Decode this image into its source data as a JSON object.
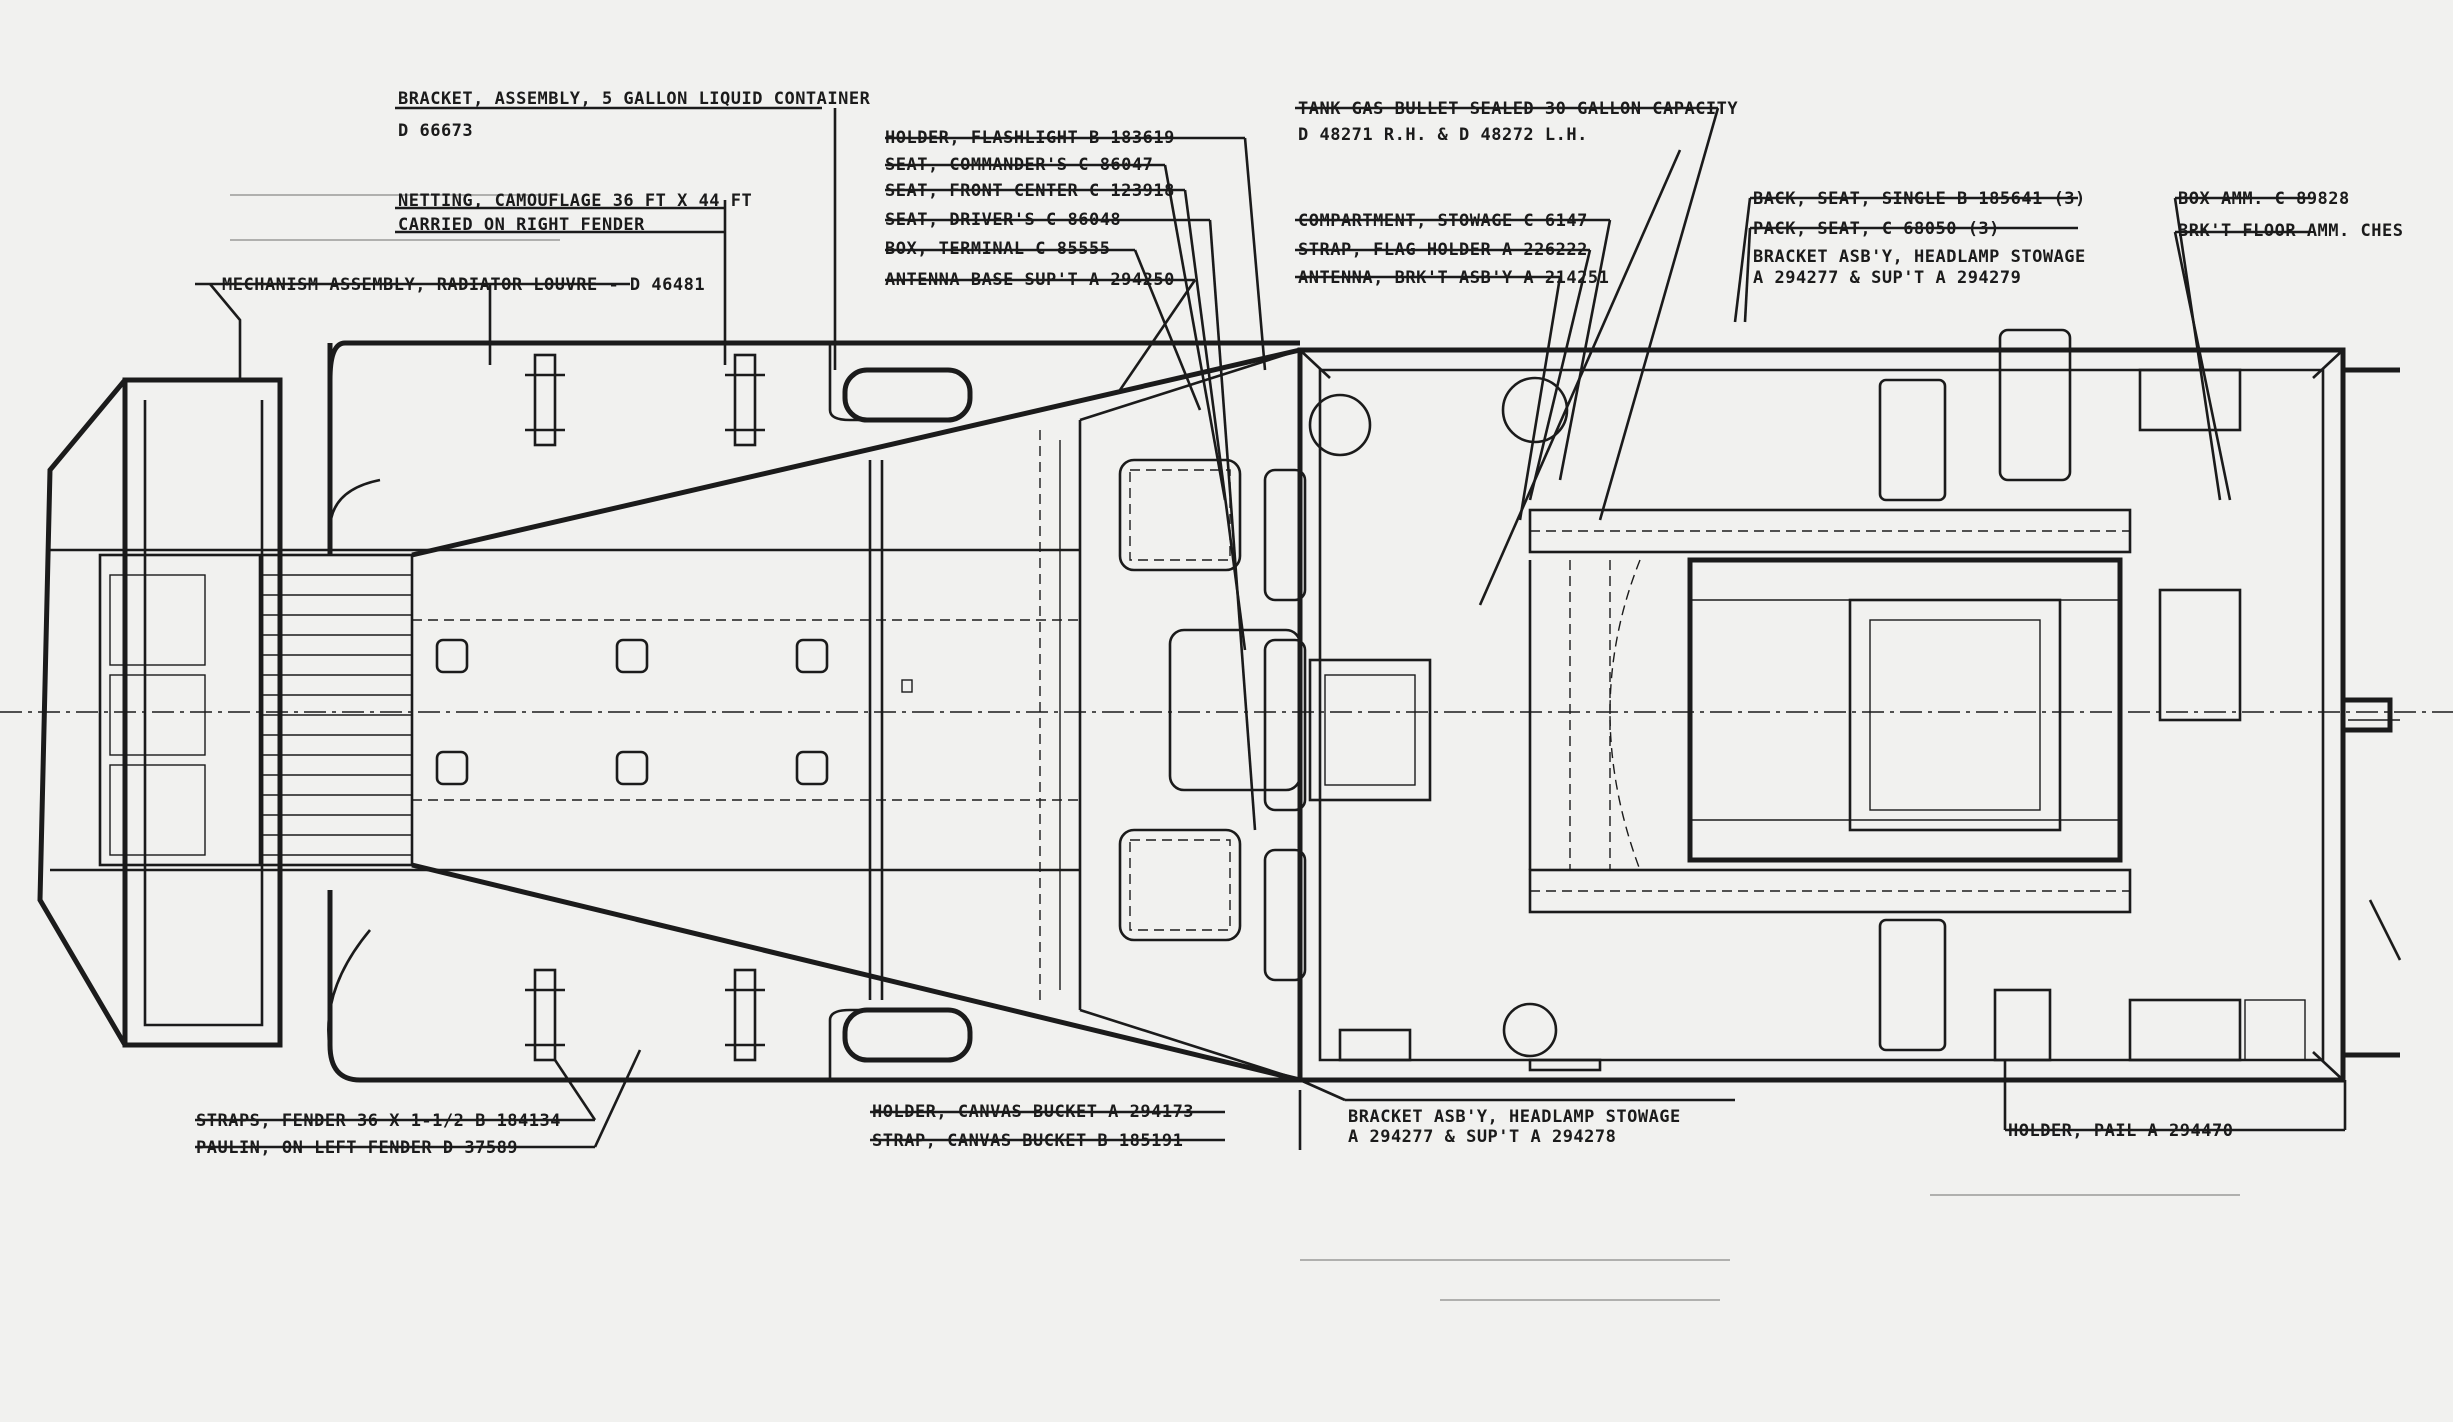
{
  "labels": {
    "bracket_assembly": "BRACKET, ASSEMBLY, 5 GALLON LIQUID CONTAINER",
    "bracket_assembly_no": "D 66673",
    "netting": "NETTING, CAMOUFLAGE  36 FT X 44 FT",
    "netting_loc": "CARRIED ON RIGHT FENDER",
    "mechanism": "MECHANISM ASSEMBLY, RADIATOR LOUVRE - D 46481",
    "holder_flashlight": "HOLDER, FLASHLIGHT B 183619",
    "seat_commander": "SEAT, COMMANDER'S C 86047",
    "seat_front_center": "SEAT, FRONT CENTER C 123918",
    "seat_driver": "SEAT, DRIVER'S C 86048",
    "box_terminal": "BOX, TERMINAL C 85555",
    "antenna_base": "ANTENNA BASE SUP'T A 294250",
    "tank_gas": "TANK GAS BULLET SEALED 30 GALLON CAPACITY",
    "tank_gas_no": "D 48271 R.H. & D 48272 L.H.",
    "compartment": "COMPARTMENT, STOWAGE C 6147",
    "strap_flag": "STRAP, FLAG HOLDER A 226222",
    "antenna_brkt": "ANTENNA, BRK'T ASB'Y A 214251",
    "back_seat": "BACK, SEAT, SINGLE  B 185641 (3)",
    "pack_seat": "PACK, SEAT, C 68050 (3)",
    "bracket_headlamp": "BRACKET ASB'Y, HEADLAMP STOWAGE",
    "bracket_headlamp_no": "A 294277 & SUP'T A 294279",
    "box_amm": "BOX AMM. C 89828",
    "brkt_floor": "BRK'T FLOOR AMM. CHES",
    "straps_fender": "STRAPS, FENDER 36 X 1-1/2 B 184134",
    "paulin": "PAULIN, ON LEFT FENDER  D 37589",
    "holder_canvas": "HOLDER, CANVAS BUCKET  A 294173",
    "strap_canvas": "STRAP, CANVAS BUCKET  B 185191",
    "bracket_headlamp2": "BRACKET ASB'Y, HEADLAMP STOWAGE",
    "bracket_headlamp2_no": "A 294277 & SUP'T A 294278",
    "holder_pail": "HOLDER, PAIL A 294470"
  },
  "colors": {
    "ink": "#1b1b1b",
    "paper": "#f1f1ef"
  }
}
